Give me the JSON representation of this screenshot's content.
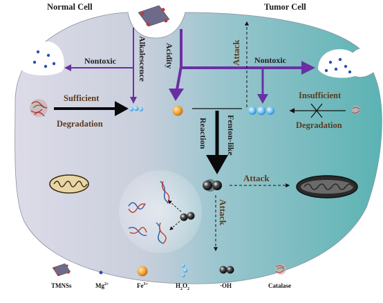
{
  "headers": {
    "normal_cell": "Normal Cell",
    "tumor_cell": "Tumor Cell"
  },
  "labels": {
    "nontoxic_left": "Nontoxic",
    "nontoxic_right": "Nontoxic",
    "alkalescence": "Alkalescence",
    "acidity": "Acidity",
    "sufficient": "Sufficient",
    "degradation_left": "Degradation",
    "insufficient": "Insufficient",
    "degradation_right": "Degradation",
    "fenton_like": "Fenton-like",
    "reaction": "Reaction",
    "attack_top": "Attack",
    "attack_mito": "Attack",
    "attack_dna": "Attack"
  },
  "legend": {
    "tmnss": "TMNSs",
    "mg_base": "Mg",
    "mg_sup": "2+",
    "fe_base": "Fe",
    "fe_sup": "3+",
    "h2o2_h1": "H",
    "h2o2_s1": "2",
    "h2o2_o": "O",
    "h2o2_s2": "2",
    "oh": "·OH",
    "catalase": "Catalase"
  },
  "colors": {
    "normal_cell_fill": "#d8d6e6",
    "tumor_cell_fill": "#7fbfc4",
    "arrow_purple": "#6b2fa3",
    "arrow_black": "#0a0a0a",
    "text_brown": "#5b3a1e",
    "fe_orange": "#e89a2a",
    "h2o2_blue": "#5aaee8",
    "mg_blue": "#2a4fb8"
  }
}
